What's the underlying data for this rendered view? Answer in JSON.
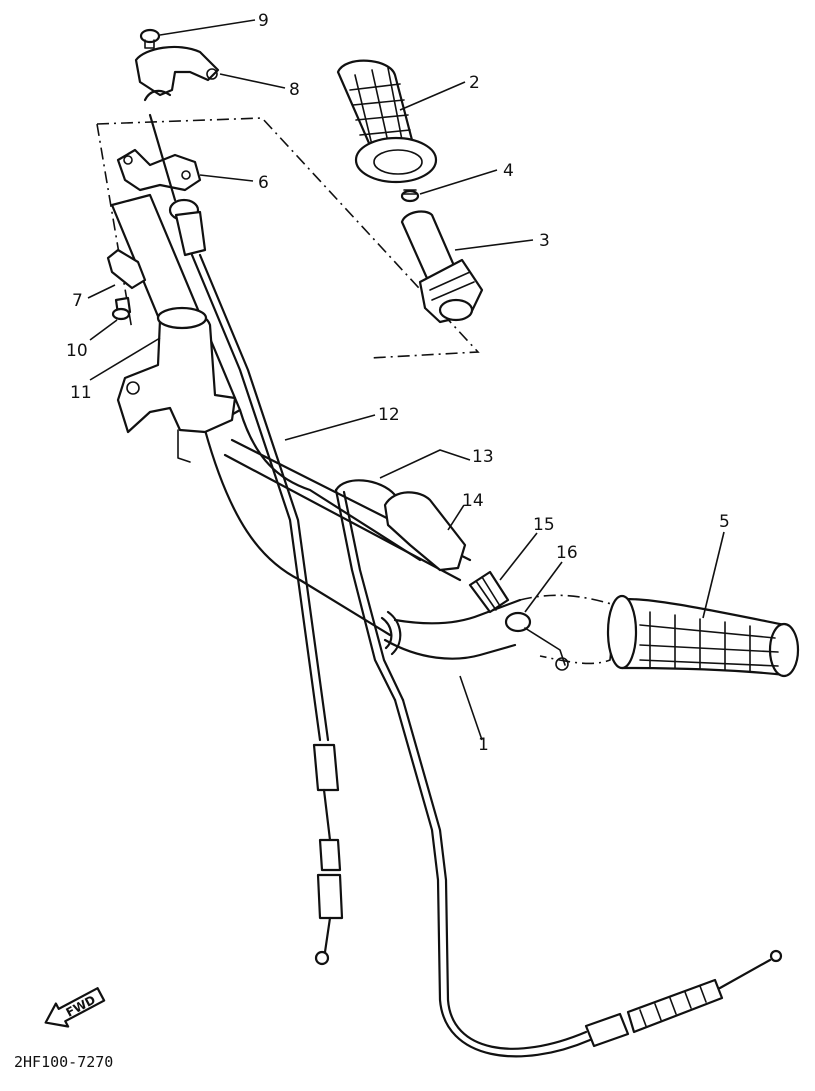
{
  "diagram_code": "2HF100-7270",
  "fwd_label": "FWD",
  "parts": [
    {
      "number": "1"
    },
    {
      "number": "2"
    },
    {
      "number": "3"
    },
    {
      "number": "4"
    },
    {
      "number": "5"
    },
    {
      "number": "6"
    },
    {
      "number": "7"
    },
    {
      "number": "8"
    },
    {
      "number": "9"
    },
    {
      "number": "10"
    },
    {
      "number": "11"
    },
    {
      "number": "12"
    },
    {
      "number": "13"
    },
    {
      "number": "14"
    },
    {
      "number": "15"
    },
    {
      "number": "16"
    }
  ]
}
